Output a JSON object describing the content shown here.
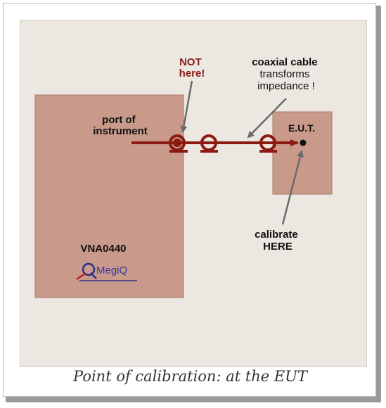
{
  "diagram": {
    "instrument_port_label": [
      "port of",
      "instrument"
    ],
    "not_here_label": [
      "NOT",
      "here!"
    ],
    "cable_label_title": "coaxial cable",
    "cable_label_lines": [
      "transforms",
      "impedance !"
    ],
    "eut_label": "E.U.T.",
    "calibrate_label": [
      "calibrate",
      "HERE"
    ],
    "instrument_model": "VNA0440",
    "brand_name": "MegiQ"
  },
  "caption": "Point of calibration: at the EUT",
  "colors": {
    "box_fill": "#c9998a",
    "box_stroke": "#a67868",
    "cable": "#8b1a12",
    "arrow": "#6b6b6b",
    "panel": "#ece8e1",
    "brand": "#3b3ba0"
  }
}
